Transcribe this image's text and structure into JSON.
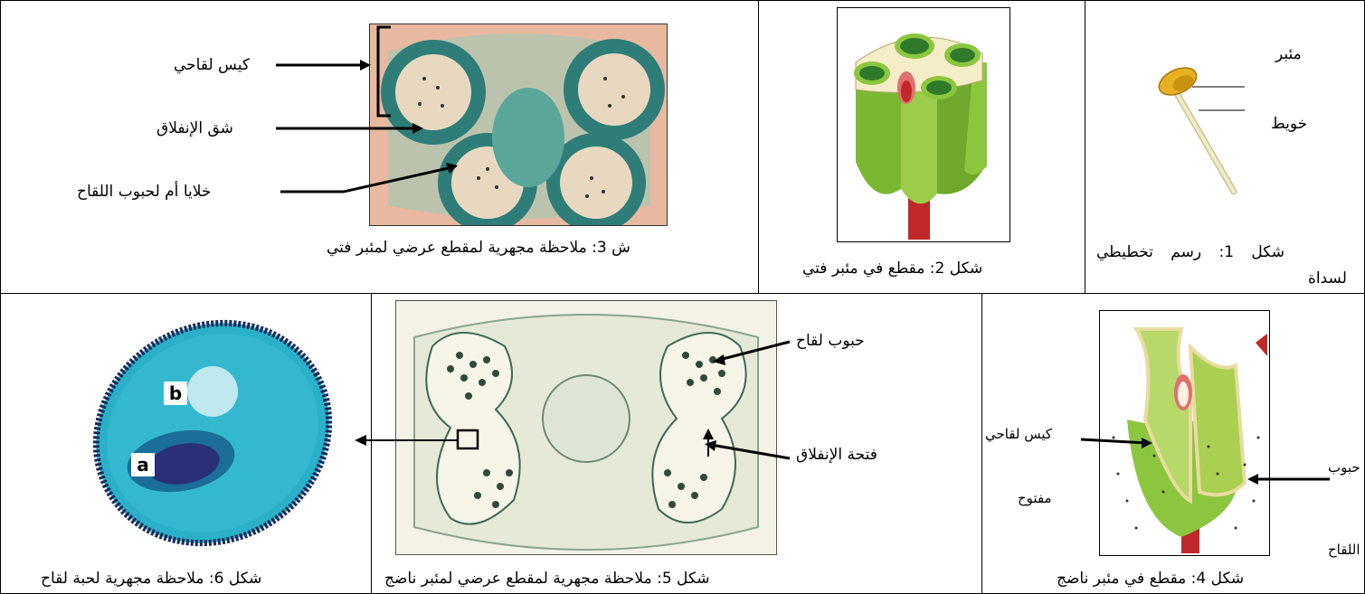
{
  "figures": {
    "fig1": {
      "caption_line1": "شكل 1: رسم تخطيطي",
      "caption_line2": "لسداة",
      "labels": {
        "anther": "مئبر",
        "filament": "خويط"
      }
    },
    "fig2": {
      "caption": "شكل 2: مقطع في مئبر فتي"
    },
    "fig3": {
      "caption": "ش 3: ملاحظة مجهرية لمقطع عرضي لمئبر فتي",
      "labels": {
        "pollen_sac": "كيس لقاحي",
        "dehiscence_line": "شق الإنفلاق",
        "pollen_mother_cells": "خلايا أم لحبوب اللقاح"
      }
    },
    "fig4": {
      "caption": "شكل 4: مقطع في مئبر ناضج",
      "labels": {
        "open_sac_1": "كيس لقاحي",
        "open_sac_2": "مفتوح",
        "pollen_1": "حبوب",
        "pollen_2": "اللقاح"
      }
    },
    "fig5": {
      "caption": "شكل 5: ملاحظة مجهرية لمقطع عرضي لمئبر ناضج",
      "labels": {
        "pollen_grains": "حبوب لقاح",
        "dehiscence_opening": "فتحة الإنفلاق"
      }
    },
    "fig6": {
      "caption": "شكل 6: ملاحظة مجهرية لحبة لقاح",
      "labels": {
        "a": "a",
        "b": "b"
      }
    }
  },
  "colors": {
    "micro_bg": "#e8b9a0",
    "tissue_green": "#3a8a80",
    "anther_yellow": "#e6b020",
    "filament": "#e8e4b0",
    "model_green": "#8cc63f",
    "model_cream": "#f5ecc8",
    "model_red": "#c0282a",
    "grain_cyan": "#2ab0c8"
  }
}
